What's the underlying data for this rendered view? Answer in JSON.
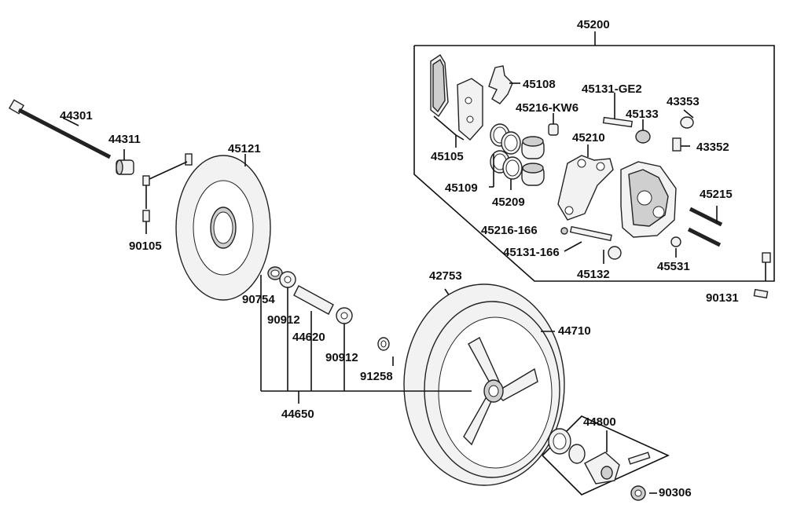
{
  "labels": {
    "p45200": "45200",
    "p45108": "45108",
    "p45131_ge2": "45131-GE2",
    "p45216_kw6": "45216-KW6",
    "p45133": "45133",
    "p43353": "43353",
    "p43352": "43352",
    "p45105": "45105",
    "p45210": "45210",
    "p45109": "45109",
    "p45209": "45209",
    "p45215": "45215",
    "p45216_166": "45216-166",
    "p45131_166": "45131-166",
    "p45132": "45132",
    "p45531": "45531",
    "p44301": "44301",
    "p44311": "44311",
    "p45121": "45121",
    "p90105": "90105",
    "p42753": "42753",
    "p90131": "90131",
    "p90754": "90754",
    "p90912a": "90912",
    "p44620": "44620",
    "p90912b": "90912",
    "p44710": "44710",
    "p91258": "91258",
    "p44650": "44650",
    "p44800": "44800",
    "p90306": "90306"
  }
}
